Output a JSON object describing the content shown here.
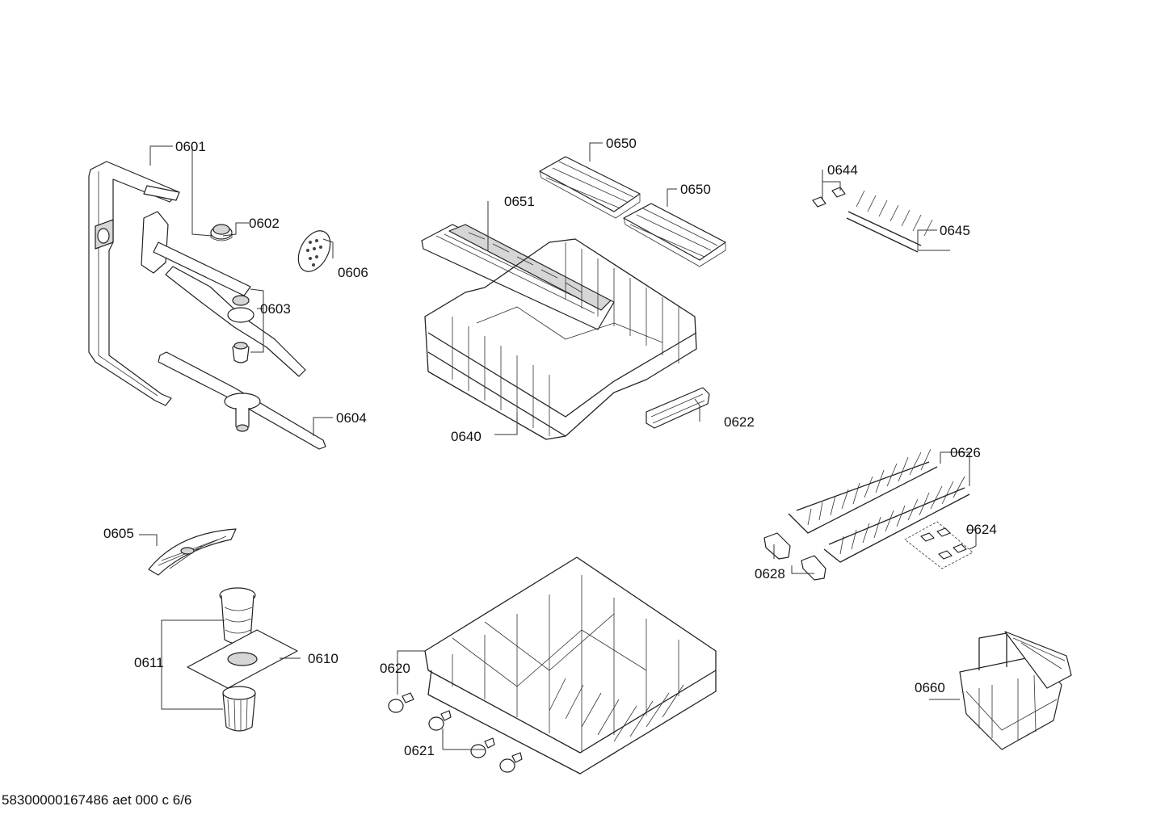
{
  "footer_text": "58300000167486 aet 000 c 6/6",
  "parts": [
    {
      "number": "0601",
      "drawing": "spray-arm-supply-pipe"
    },
    {
      "number": "0602",
      "drawing": "pipe-nut"
    },
    {
      "number": "0603",
      "drawing": "upper-spray-arm"
    },
    {
      "number": "0604",
      "drawing": "lower-spray-arm"
    },
    {
      "number": "0605",
      "drawing": "microfilter-cover"
    },
    {
      "number": "0606",
      "drawing": "round-filter-disc"
    },
    {
      "number": "0610",
      "drawing": "flat-filter-plate"
    },
    {
      "number": "0611",
      "drawing": "filter-assembly"
    },
    {
      "number": "0620",
      "drawing": "castor-wheel"
    },
    {
      "number": "0621",
      "drawing": "castor-wheel"
    },
    {
      "number": "0622",
      "drawing": "basket-handle"
    },
    {
      "number": "0624",
      "drawing": "rack-clips"
    },
    {
      "number": "0626",
      "drawing": "fold-down-tines"
    },
    {
      "number": "0628",
      "drawing": "tine-holder"
    },
    {
      "number": "0640",
      "drawing": "upper-basket"
    },
    {
      "number": "0644",
      "drawing": "rack-clip"
    },
    {
      "number": "0645",
      "drawing": "cup-rack"
    },
    {
      "number": "0650",
      "drawing": "cutlery-tray-insert-a"
    },
    {
      "number": "0650",
      "drawing": "cutlery-tray-insert-b"
    },
    {
      "number": "0651",
      "drawing": "cutlery-drawer"
    },
    {
      "number": "0660",
      "drawing": "cutlery-basket"
    }
  ]
}
